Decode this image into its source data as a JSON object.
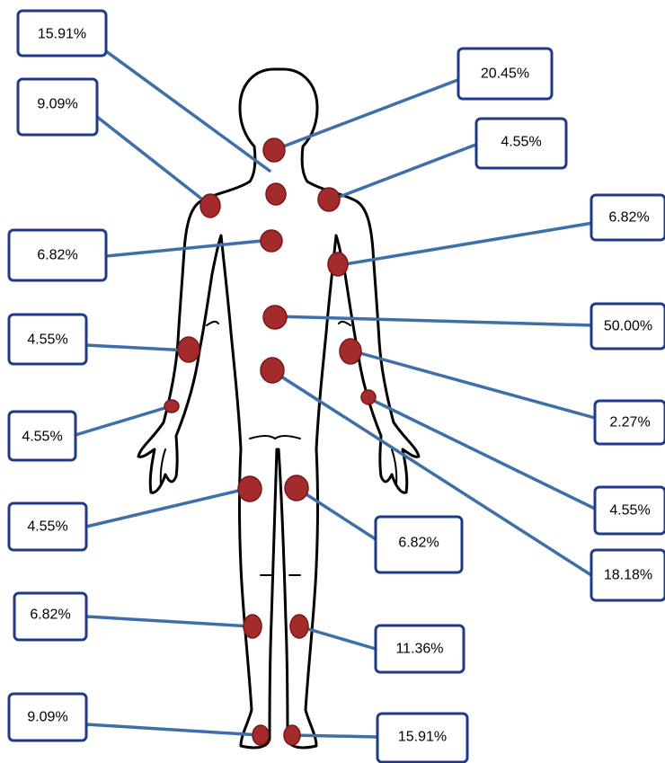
{
  "figure": {
    "labels": [
      {
        "key": "neck-upper",
        "value": "15.91%"
      },
      {
        "key": "neck-lower",
        "value": "20.45%"
      },
      {
        "key": "shoulder-left",
        "value": "9.09%"
      },
      {
        "key": "shoulder-right",
        "value": "4.55%"
      },
      {
        "key": "upper-back",
        "value": "6.82%"
      },
      {
        "key": "upper-arm-right",
        "value": "6.82%"
      },
      {
        "key": "lower-back",
        "value": "50.00%"
      },
      {
        "key": "elbow-left",
        "value": "4.55%"
      },
      {
        "key": "elbow-right",
        "value": "2.27%"
      },
      {
        "key": "wrist-left",
        "value": "4.55%"
      },
      {
        "key": "wrist-right",
        "value": "4.55%"
      },
      {
        "key": "hip-buttock",
        "value": "18.18%"
      },
      {
        "key": "thigh-left",
        "value": "4.55%"
      },
      {
        "key": "thigh-right",
        "value": "6.82%"
      },
      {
        "key": "knee-left",
        "value": "6.82%"
      },
      {
        "key": "knee-right",
        "value": "11.36%"
      },
      {
        "key": "ankle-left",
        "value": "9.09%"
      },
      {
        "key": "ankle-right",
        "value": "15.91%"
      }
    ]
  }
}
